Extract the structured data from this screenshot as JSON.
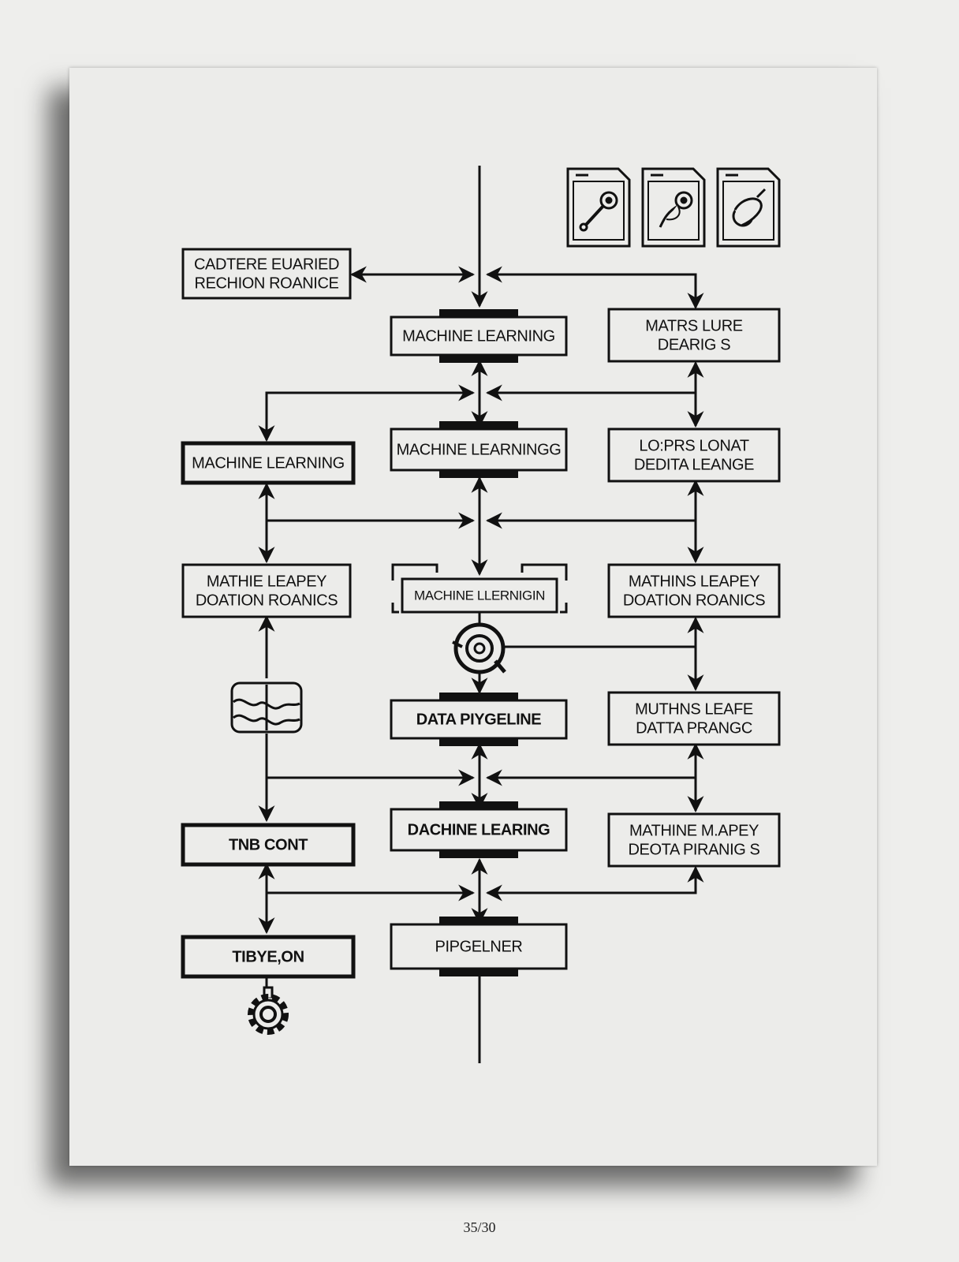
{
  "nodes": [
    {
      "id": "n1",
      "lines": [
        "CADTERE EUARIED",
        "RECHION ROANICE"
      ],
      "style": "normal"
    },
    {
      "id": "n2",
      "lines": [
        "MACHINE LEARNING"
      ],
      "style": "center-bar"
    },
    {
      "id": "n3",
      "lines": [
        "MATRS LURE",
        "DEARIG S"
      ],
      "style": "normal"
    },
    {
      "id": "n4",
      "lines": [
        "MACHINE LEARNING"
      ],
      "style": "thick"
    },
    {
      "id": "n5",
      "lines": [
        "MACHINE LEARNINGG"
      ],
      "style": "center-bar"
    },
    {
      "id": "n6",
      "lines": [
        "LO:PRS LONAT",
        "DEDITA LEANGE"
      ],
      "style": "normal"
    },
    {
      "id": "n7",
      "lines": [
        "MATHIE LEAPEY",
        "DOATION ROANICS"
      ],
      "style": "normal"
    },
    {
      "id": "n8",
      "lines": [
        "MACHINE LLERNIGIN"
      ],
      "style": "bracketed"
    },
    {
      "id": "n9",
      "lines": [
        "MATHINS LEAPEY",
        "DOATION ROANICS"
      ],
      "style": "normal"
    },
    {
      "id": "n10",
      "lines": [
        "DATA PIYGELINE"
      ],
      "style": "center-bar-bold"
    },
    {
      "id": "n11",
      "lines": [
        "MUTHNS LEAFE",
        "DATTA PRANGC"
      ],
      "style": "normal"
    },
    {
      "id": "n12",
      "lines": [
        "TNB CONT"
      ],
      "style": "thick-bold"
    },
    {
      "id": "n13",
      "lines": [
        "DACHINE LEARING"
      ],
      "style": "center-bar-bold"
    },
    {
      "id": "n14",
      "lines": [
        "MATHINE M.APEY",
        "DEOTA PIRANIG S"
      ],
      "style": "normal"
    },
    {
      "id": "n15",
      "lines": [
        "TIBYE,ON"
      ],
      "style": "thick-bold"
    },
    {
      "id": "n16",
      "lines": [
        "PIPGELNER"
      ],
      "style": "center-bar"
    }
  ],
  "icons": [
    "document-magnifier-icon",
    "document-magnifier-icon",
    "document-magnifier-icon",
    "gear-icon",
    "shutter-icon",
    "wave-icon"
  ],
  "page_number": "35/30"
}
